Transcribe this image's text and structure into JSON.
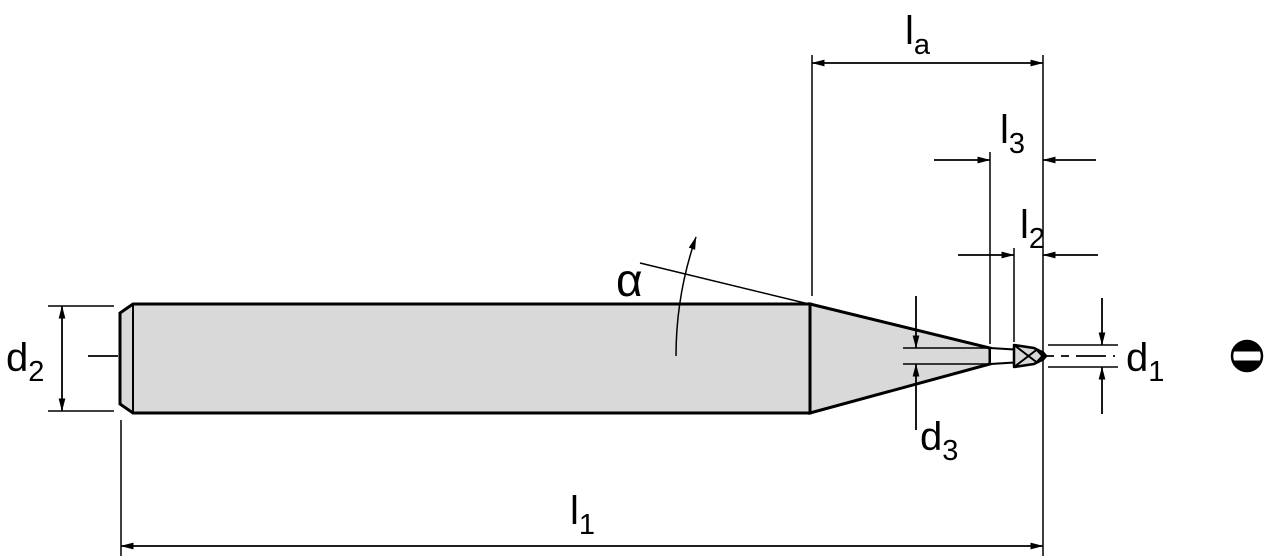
{
  "drawing": {
    "kind": "tool-dimension-drawing",
    "colors": {
      "tool_fill": "#d9d9d9",
      "line": "#000000",
      "background": "#ffffff"
    },
    "labels": {
      "d1": {
        "main": "d",
        "sub": "1"
      },
      "d2": {
        "main": "d",
        "sub": "2"
      },
      "d3": {
        "main": "d",
        "sub": "3"
      },
      "l1": {
        "main": "l",
        "sub": "1"
      },
      "l2": {
        "main": "l",
        "sub": "2"
      },
      "l3": {
        "main": "l",
        "sub": "3"
      },
      "la": {
        "main": "l",
        "sub": "a"
      },
      "alpha": {
        "main": "α"
      }
    }
  }
}
